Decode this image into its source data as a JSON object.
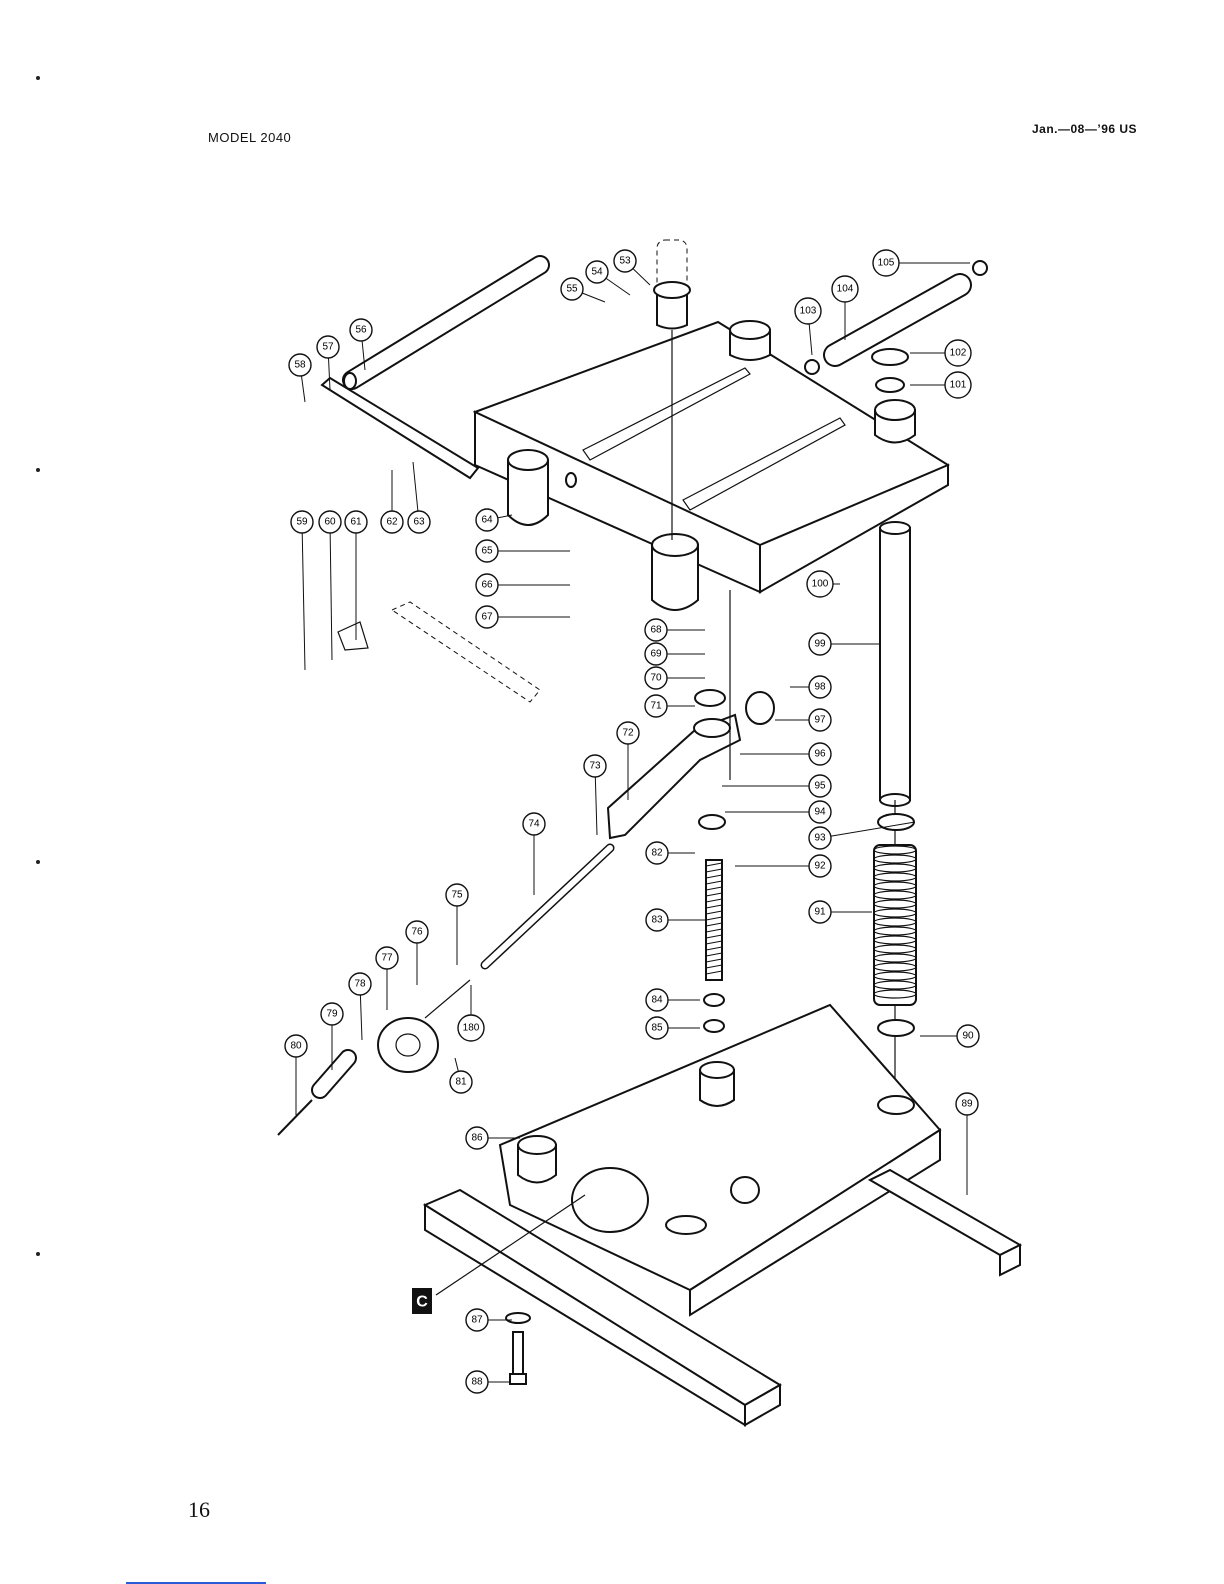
{
  "header": {
    "model": "MODEL 2040",
    "date": "Jan.—08—’96  US"
  },
  "page_number": "16",
  "section_marker": "C",
  "callouts": [
    "53",
    "54",
    "55",
    "56",
    "57",
    "58",
    "59",
    "60",
    "61",
    "62",
    "63",
    "64",
    "65",
    "66",
    "67",
    "68",
    "69",
    "70",
    "71",
    "72",
    "73",
    "74",
    "75",
    "76",
    "77",
    "78",
    "79",
    "80",
    "81",
    "82",
    "83",
    "84",
    "85",
    "86",
    "87",
    "88",
    "89",
    "90",
    "91",
    "92",
    "93",
    "94",
    "95",
    "96",
    "97",
    "98",
    "99",
    "100",
    "101",
    "102",
    "103",
    "104",
    "105",
    "180"
  ]
}
